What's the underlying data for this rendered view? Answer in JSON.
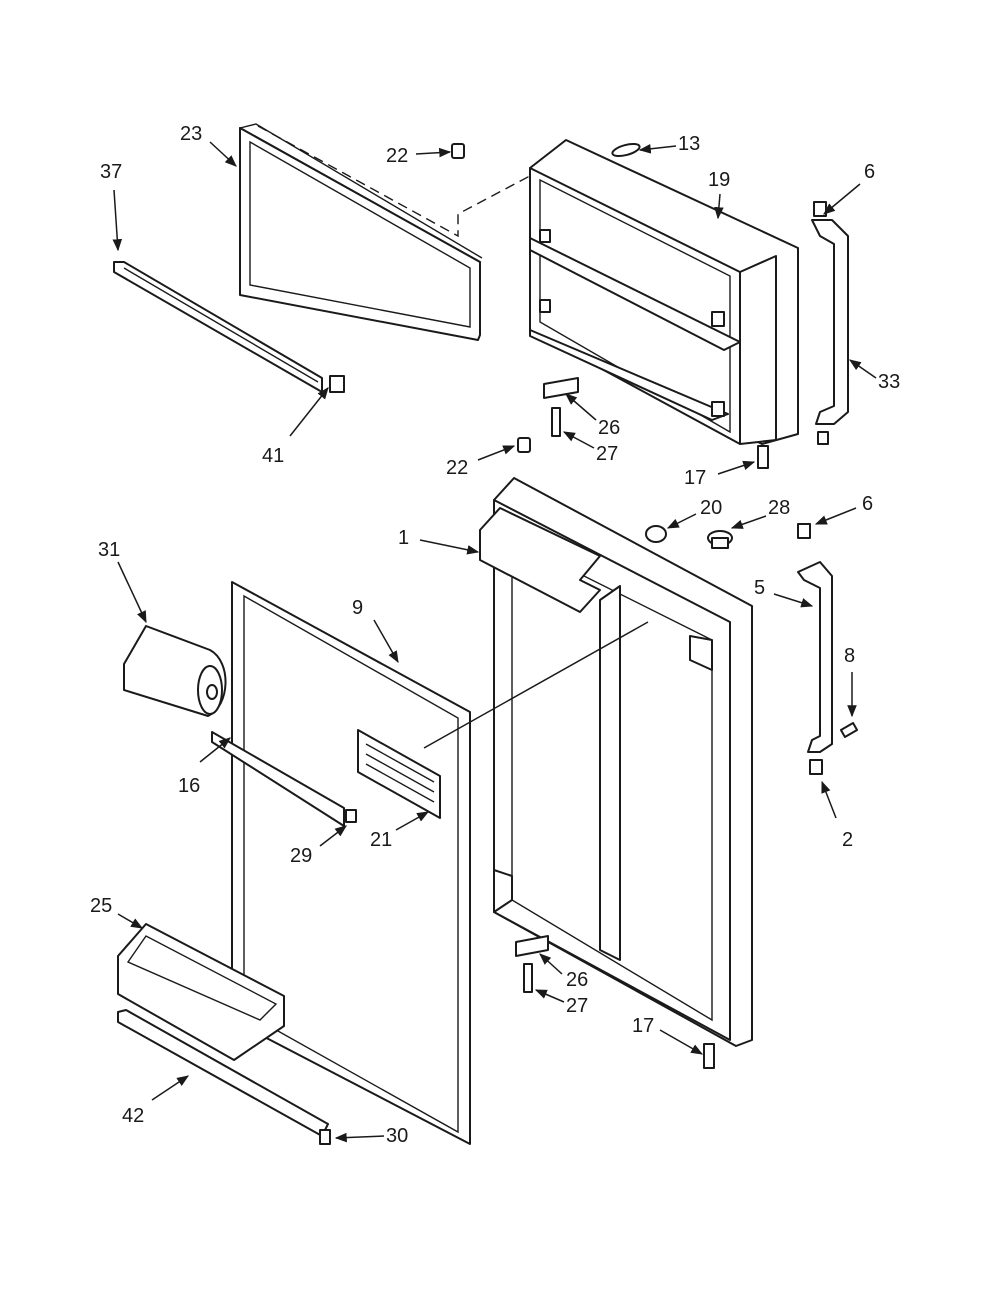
{
  "diagram": {
    "callouts": [
      "23",
      "37",
      "22",
      "13",
      "19",
      "6",
      "33",
      "41",
      "26",
      "27",
      "17",
      "22",
      "20",
      "28",
      "6",
      "1",
      "31",
      "9",
      "5",
      "8",
      "16",
      "21",
      "29",
      "2",
      "25",
      "26",
      "27",
      "17",
      "42",
      "30"
    ]
  },
  "colors": {
    "line": "#1a1a1a",
    "background": "#ffffff"
  }
}
